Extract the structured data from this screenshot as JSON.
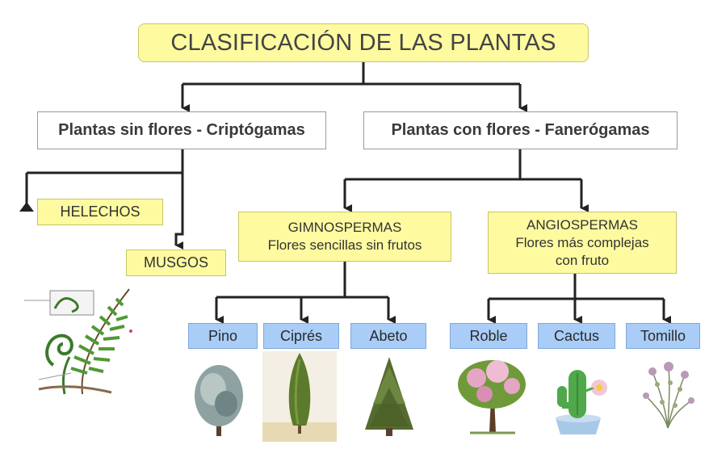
{
  "title": "CLASIFICACIÓN DE LAS PLANTAS",
  "branches": {
    "cryptogams": "Plantas sin flores - Criptógamas",
    "phanerogams": "Plantas con flores - Fanerógamas"
  },
  "cryptogam_groups": {
    "ferns": "HELECHOS",
    "mosses": "MUSGOS"
  },
  "gymnosperms": {
    "name": "GIMNOSPERMAS",
    "description": "Flores sencillas sin frutos"
  },
  "angiosperms": {
    "name": "ANGIOSPERMAS",
    "description_line1": "Flores más complejas",
    "description_line2": "con fruto"
  },
  "gymnosperm_examples": [
    "Pino",
    "Ciprés",
    "Abeto"
  ],
  "angiosperm_examples": [
    "Roble",
    "Cactus",
    "Tomillo"
  ],
  "colors": {
    "yellow_box": "#fefaa0",
    "blue_box": "#a9cdf7",
    "lines": "#222222"
  }
}
